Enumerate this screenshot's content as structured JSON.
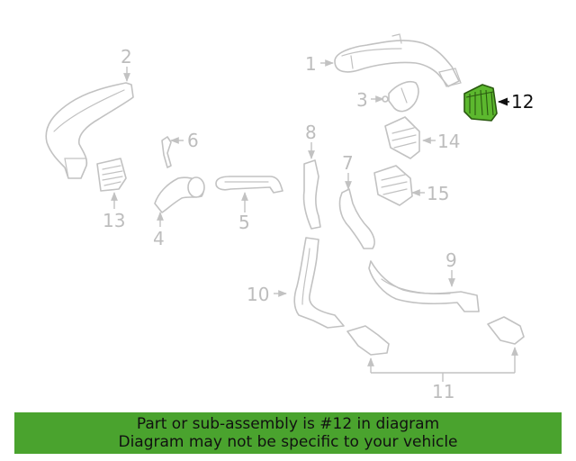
{
  "diagram": {
    "callouts": [
      "1",
      "2",
      "3",
      "4",
      "5",
      "6",
      "7",
      "8",
      "9",
      "10",
      "11",
      "12",
      "13",
      "14",
      "15"
    ],
    "highlighted_part": "12",
    "colors": {
      "highlight": "#5cb82e",
      "banner": "#4aa32e",
      "line": "#c2c2c2",
      "label": "#bdbdbd"
    }
  },
  "banner": {
    "line1": "Part or sub-assembly is #12 in diagram",
    "line2": "Diagram may not be specific to your vehicle"
  }
}
